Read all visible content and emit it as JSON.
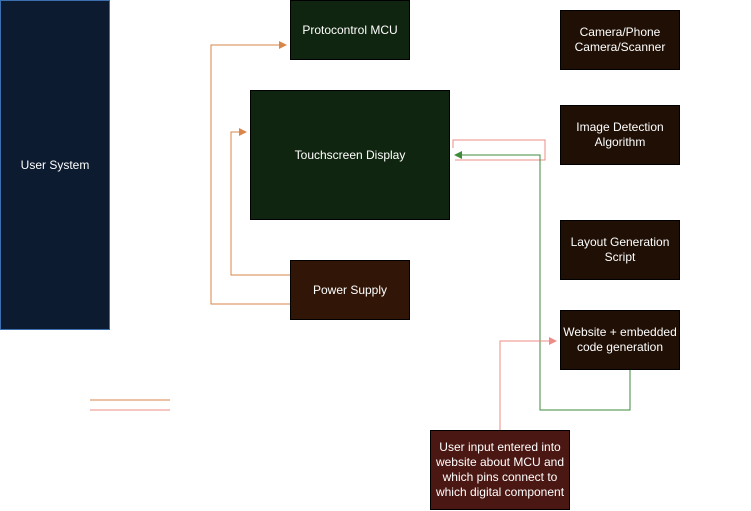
{
  "diagram": {
    "blocks": {
      "user_system": {
        "label": "User System"
      },
      "protocontrol_mcu": {
        "label": "Protocontrol MCU"
      },
      "touchscreen_display": {
        "label": "Touchscreen Display"
      },
      "power_supply": {
        "label": "Power Supply"
      },
      "camera": {
        "label": "Camera/Phone Camera/Scanner"
      },
      "image_detection": {
        "label": "Image Detection Algorithm"
      },
      "layout_generation": {
        "label": "Layout Generation Script"
      },
      "website_codegen": {
        "label": "Website + embedded code generation"
      },
      "user_input": {
        "label": "User input entered into website about MCU and which pins connect to which digital component"
      }
    },
    "colors": {
      "user_system_fill": "#0c1b30",
      "user_system_border": "#3b6fb0",
      "green_fill": "#10250f",
      "brown_fill": "#311607",
      "dark_brown_fill": "#1f0f05",
      "maroon_fill": "#4a1712",
      "orange_wire": "#d8864a",
      "pink_wire": "#ec8c86",
      "green_wire": "#3f8b3c"
    }
  }
}
